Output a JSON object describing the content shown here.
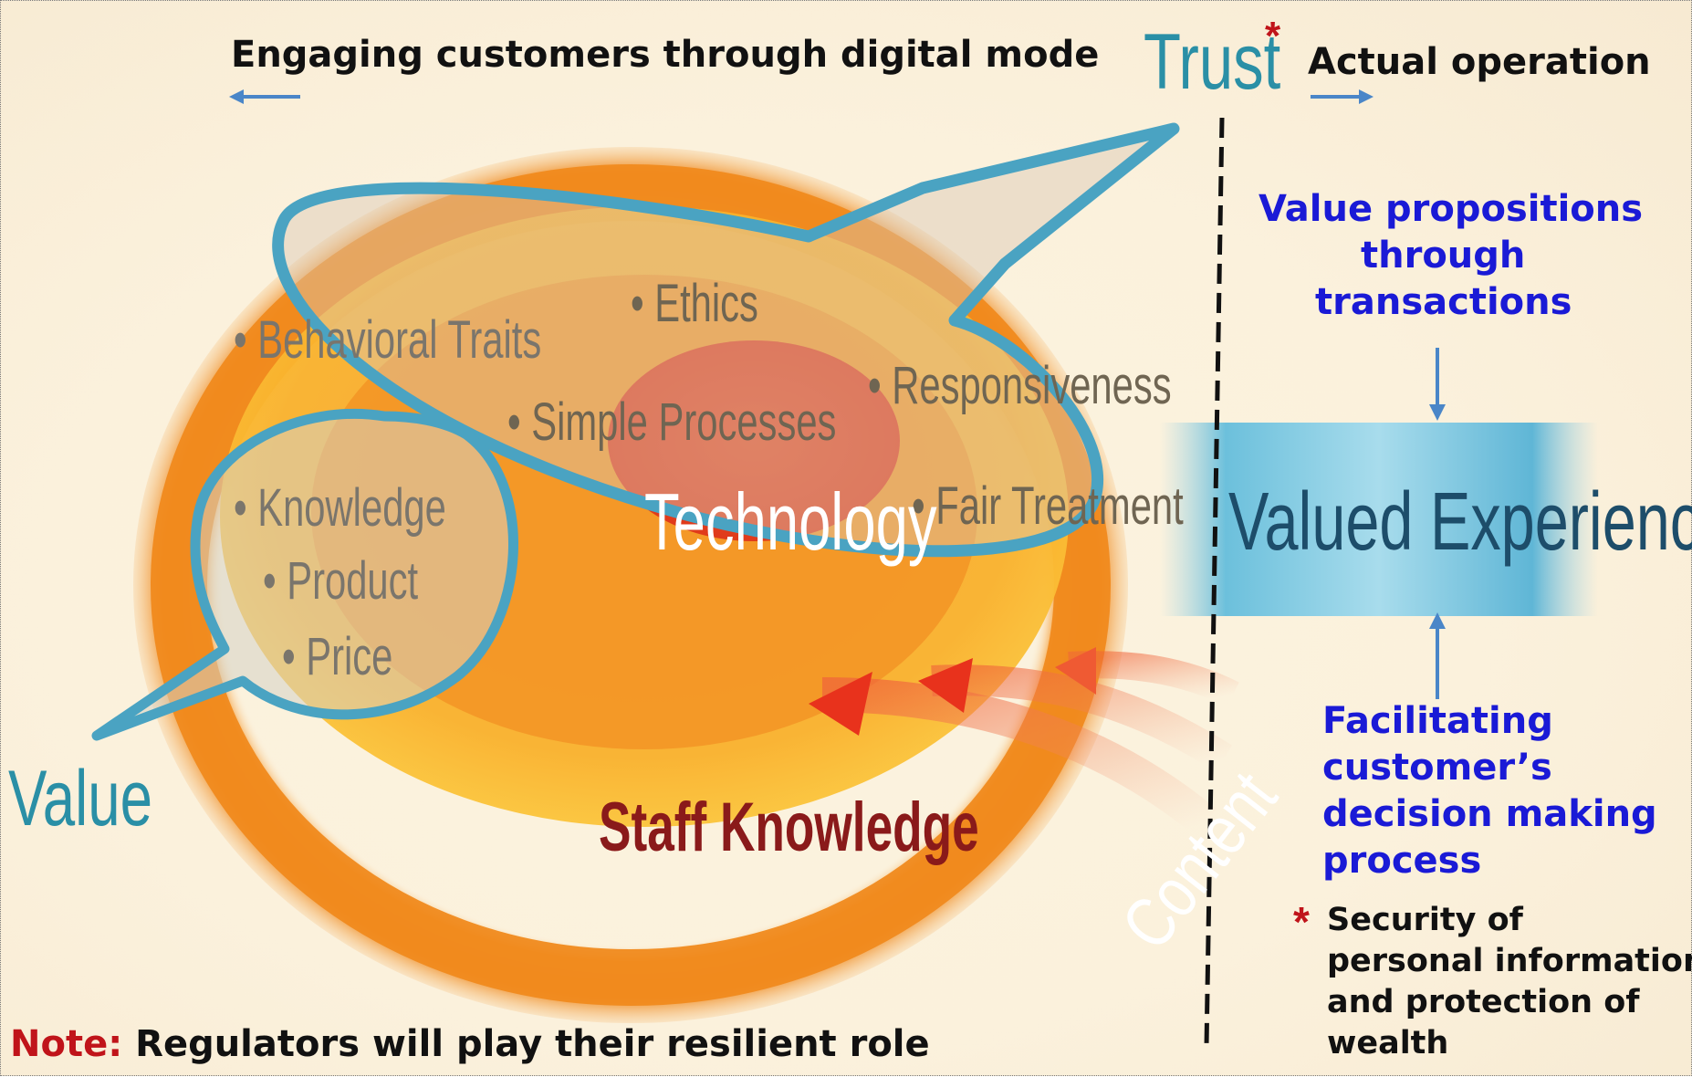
{
  "header": {
    "left_title": "Engaging customers through digital mode",
    "trust_label": "Trust",
    "trust_marker": "*",
    "right_title": "Actual operation"
  },
  "right_panel": {
    "value_props": [
      "Value propositions",
      "through",
      "transactions"
    ],
    "valued_experience": "Valued Experience?",
    "facilitating": [
      "Facilitating",
      "customer’s",
      "decision making",
      "process"
    ],
    "security_marker": "*",
    "security_note": [
      "Security of",
      "personal information",
      "and protection of",
      "wealth"
    ]
  },
  "diagram": {
    "core": "Technology",
    "inner_ring": "Staff Knowledge",
    "outer_ring": "Content",
    "value_label": "Value",
    "bullets": {
      "behavioral": "Behavioral Traits",
      "ethics": "Ethics",
      "simple": "Simple Processes",
      "responsiveness": "Responsiveness",
      "fair": "Fair Treatment",
      "knowledge": "Knowledge",
      "product": "Product",
      "price": "Price"
    }
  },
  "footer": {
    "note_label": "Note:",
    "note_text": "Regulators will play their resilient role"
  },
  "colors": {
    "orange": "#f08a1e",
    "gold": "#f9b62f",
    "red_core": "#e2401f",
    "teal": "#4aa3c2",
    "blue_text": "#1a1ad6",
    "arrow_blue": "#4a86c8",
    "note_red": "#c0141a"
  }
}
